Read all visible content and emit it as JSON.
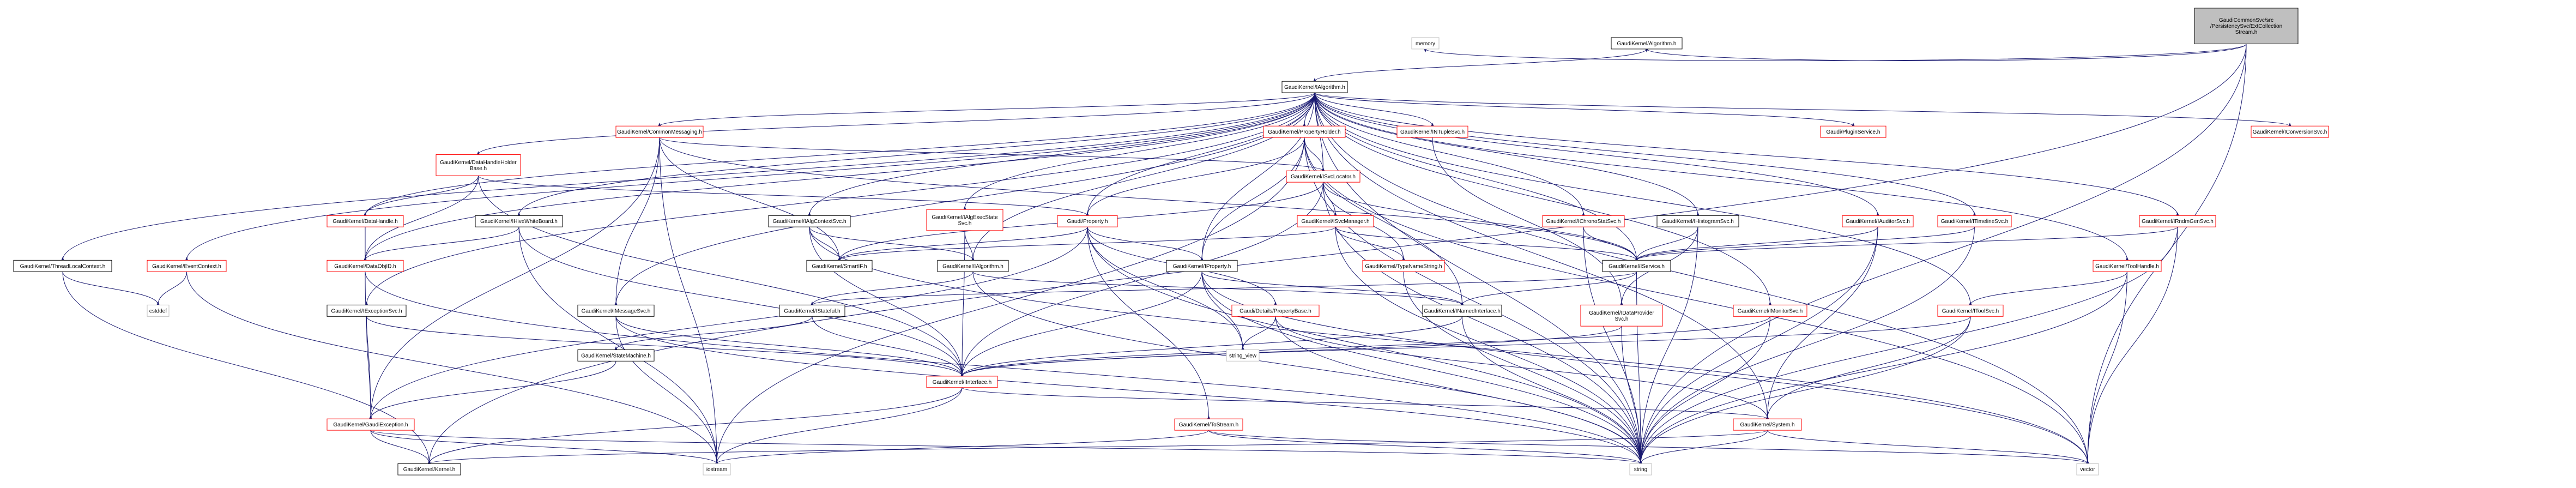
{
  "graph": {
    "nodes": [
      {
        "id": "root",
        "lines": [
          "GaudiCommonSvc/src",
          "/PersistencySvc/ExtCollection",
          "Stream.h"
        ],
        "style": "root"
      },
      {
        "id": "memory",
        "lines": [
          "memory"
        ],
        "style": "plain"
      },
      {
        "id": "galgh",
        "lines": [
          "GaudiKernel/Algorithm.h"
        ],
        "style": "normal"
      },
      {
        "id": "ialg",
        "lines": [
          "GaudiKernel/IAlgorithm.h"
        ],
        "style": "normal"
      },
      {
        "id": "commsg",
        "lines": [
          "GaudiKernel/CommonMessaging.h"
        ],
        "style": "red"
      },
      {
        "id": "propholder",
        "lines": [
          "GaudiKernel/PropertyHolder.h"
        ],
        "style": "red"
      },
      {
        "id": "intuple",
        "lines": [
          "GaudiKernel/INTupleSvc.h"
        ],
        "style": "red"
      },
      {
        "id": "iplugin",
        "lines": [
          "Gaudi/PluginService.h"
        ],
        "style": "red"
      },
      {
        "id": "iconvsvc",
        "lines": [
          "GaudiKernel/IConversionSvc.h"
        ],
        "style": "red"
      },
      {
        "id": "dhholder",
        "lines": [
          "GaudiKernel/DataHandleHolder",
          "Base.h"
        ],
        "style": "red"
      },
      {
        "id": "isvcloc",
        "lines": [
          "GaudiKernel/ISvcLocator.h"
        ],
        "style": "red"
      },
      {
        "id": "ichrono",
        "lines": [
          "GaudiKernel/IChronoStatSvc.h"
        ],
        "style": "red"
      },
      {
        "id": "ihisto",
        "lines": [
          "GaudiKernel/IHistogramSvc.h"
        ],
        "style": "normal"
      },
      {
        "id": "iauditor",
        "lines": [
          "GaudiKernel/IAuditorSvc.h"
        ],
        "style": "red"
      },
      {
        "id": "itimeline",
        "lines": [
          "GaudiKernel/ITimelineSvc.h"
        ],
        "style": "red"
      },
      {
        "id": "imodmgr",
        "lines": [
          "GaudiKernel/IRndmGenSvc.h"
        ],
        "style": "red"
      },
      {
        "id": "datahandle",
        "lines": [
          "GaudiKernel/DataHandle.h"
        ],
        "style": "red"
      },
      {
        "id": "iwhiteboard",
        "lines": [
          "GaudiKernel/IHiveWhiteBoard.h"
        ],
        "style": "normal"
      },
      {
        "id": "ialgctx",
        "lines": [
          "GaudiKernel/IAlgContextSvc.h"
        ],
        "style": "normal"
      },
      {
        "id": "ialgexec",
        "lines": [
          "GaudiKernel/IAlgExecState",
          "Svc.h"
        ],
        "style": "red"
      },
      {
        "id": "gproperty",
        "lines": [
          "Gaudi/Property.h"
        ],
        "style": "red"
      },
      {
        "id": "isvcmgr",
        "lines": [
          "GaudiKernel/ISvcManager.h"
        ],
        "style": "red"
      },
      {
        "id": "threadlocal",
        "lines": [
          "GaudiKernel/ThreadLocalContext.h"
        ],
        "style": "normal"
      },
      {
        "id": "eventctx",
        "lines": [
          "GaudiKernel/EventContext.h"
        ],
        "style": "red"
      },
      {
        "id": "dataobjid",
        "lines": [
          "GaudiKernel/DataObjID.h"
        ],
        "style": "red"
      },
      {
        "id": "smartif",
        "lines": [
          "GaudiKernel/SmartIF.h"
        ],
        "style": "normal"
      },
      {
        "id": "ialgorithm2",
        "lines": [
          "GaudiKernel/IAlgorithm.h"
        ],
        "style": "normal"
      },
      {
        "id": "iproperty",
        "lines": [
          "GaudiKernel/IProperty.h"
        ],
        "style": "normal"
      },
      {
        "id": "typenamestr",
        "lines": [
          "GaudiKernel/TypeNameString.h"
        ],
        "style": "red"
      },
      {
        "id": "iservice",
        "lines": [
          "GaudiKernel/IService.h"
        ],
        "style": "normal"
      },
      {
        "id": "itoolsvc",
        "lines": [
          "GaudiKernel/ToolHandle.h"
        ],
        "style": "red"
      },
      {
        "id": "cstddef",
        "lines": [
          "cstddef"
        ],
        "style": "plain"
      },
      {
        "id": "iexcsvc",
        "lines": [
          "GaudiKernel/IExceptionSvc.h"
        ],
        "style": "normal"
      },
      {
        "id": "imsgsvc",
        "lines": [
          "GaudiKernel/IMessageSvc.h"
        ],
        "style": "normal"
      },
      {
        "id": "istateful",
        "lines": [
          "GaudiKernel/IStateful.h"
        ],
        "style": "normal"
      },
      {
        "id": "detailsprop",
        "lines": [
          "Gaudi/Details/PropertyBase.h"
        ],
        "style": "red"
      },
      {
        "id": "inamed",
        "lines": [
          "GaudiKernel/INamedInterface.h"
        ],
        "style": "normal"
      },
      {
        "id": "idataprov",
        "lines": [
          "GaudiKernel/IDataProvider",
          "Svc.h"
        ],
        "style": "red"
      },
      {
        "id": "imonitor",
        "lines": [
          "GaudiKernel/IMonitorSvc.h"
        ],
        "style": "red"
      },
      {
        "id": "itoolsvc2",
        "lines": [
          "GaudiKernel/IToolSvc.h"
        ],
        "style": "red"
      },
      {
        "id": "statemachine",
        "lines": [
          "GaudiKernel/StateMachine.h"
        ],
        "style": "normal"
      },
      {
        "id": "string_view",
        "lines": [
          "string_view"
        ],
        "style": "plain"
      },
      {
        "id": "iinterface",
        "lines": [
          "GaudiKernel/IInterface.h"
        ],
        "style": "red"
      },
      {
        "id": "gexception",
        "lines": [
          "GaudiKernel/GaudiException.h"
        ],
        "style": "red"
      },
      {
        "id": "tostream",
        "lines": [
          "GaudiKernel/ToStream.h"
        ],
        "style": "red"
      },
      {
        "id": "gsystem",
        "lines": [
          "GaudiKernel/System.h"
        ],
        "style": "red"
      },
      {
        "id": "kernel",
        "lines": [
          "GaudiKernel/Kernel.h"
        ],
        "style": "normal"
      },
      {
        "id": "iostream",
        "lines": [
          "iostream"
        ],
        "style": "plain"
      },
      {
        "id": "string",
        "lines": [
          "string"
        ],
        "style": "plain"
      },
      {
        "id": "vector",
        "lines": [
          "vector"
        ],
        "style": "plain"
      }
    ],
    "edges": [
      [
        "root",
        "memory"
      ],
      [
        "root",
        "galgh"
      ],
      [
        "root",
        "string"
      ],
      [
        "root",
        "vector"
      ],
      [
        "root",
        "kernel"
      ],
      [
        "galgh",
        "ialg"
      ],
      [
        "ialg",
        "commsg"
      ],
      [
        "ialg",
        "propholder"
      ],
      [
        "ialg",
        "intuple"
      ],
      [
        "ialg",
        "iplugin"
      ],
      [
        "ialg",
        "iconvsvc"
      ],
      [
        "ialg",
        "dhholder"
      ],
      [
        "ialg",
        "isvcloc"
      ],
      [
        "ialg",
        "ichrono"
      ],
      [
        "ialg",
        "ihisto"
      ],
      [
        "ialg",
        "iauditor"
      ],
      [
        "ialg",
        "itimeline"
      ],
      [
        "ialg",
        "imodmgr"
      ],
      [
        "ialg",
        "datahandle"
      ],
      [
        "ialg",
        "iwhiteboard"
      ],
      [
        "ialg",
        "ialgctx"
      ],
      [
        "ialg",
        "ialgexec"
      ],
      [
        "ialg",
        "gproperty"
      ],
      [
        "ialg",
        "threadlocal"
      ],
      [
        "ialg",
        "eventctx"
      ],
      [
        "ialg",
        "dataobjid"
      ],
      [
        "ialg",
        "iproperty"
      ],
      [
        "ialg",
        "iservice"
      ],
      [
        "ialg",
        "itoolsvc"
      ],
      [
        "ialg",
        "iexcsvc"
      ],
      [
        "ialg",
        "imsgsvc"
      ],
      [
        "ialg",
        "ialgorithm2"
      ],
      [
        "ialg",
        "itoolsvc2"
      ],
      [
        "ialg",
        "imonitor"
      ],
      [
        "ialg",
        "gsystem"
      ],
      [
        "ialg",
        "string"
      ],
      [
        "ialg",
        "vector"
      ],
      [
        "commsg",
        "isvcloc"
      ],
      [
        "commsg",
        "imsgsvc"
      ],
      [
        "commsg",
        "smartif"
      ],
      [
        "commsg",
        "gexception"
      ],
      [
        "commsg",
        "iservice"
      ],
      [
        "commsg",
        "iostream"
      ],
      [
        "propholder",
        "isvcloc"
      ],
      [
        "propholder",
        "gproperty"
      ],
      [
        "propholder",
        "iproperty"
      ],
      [
        "propholder",
        "inamed"
      ],
      [
        "propholder",
        "string"
      ],
      [
        "propholder",
        "vector"
      ],
      [
        "propholder",
        "iostream"
      ],
      [
        "intuple",
        "idataprov"
      ],
      [
        "dhholder",
        "datahandle"
      ],
      [
        "dhholder",
        "dataobjid"
      ],
      [
        "dhholder",
        "gproperty"
      ],
      [
        "dhholder",
        "iinterface"
      ],
      [
        "isvcloc",
        "isvcmgr"
      ],
      [
        "isvcloc",
        "smartif"
      ],
      [
        "isvcloc",
        "iinterface"
      ],
      [
        "isvcloc",
        "iservice"
      ],
      [
        "isvcloc",
        "typenamestr"
      ],
      [
        "isvcloc",
        "string"
      ],
      [
        "isvcmgr",
        "typenamestr"
      ],
      [
        "isvcmgr",
        "iservice"
      ],
      [
        "isvcmgr",
        "smartif"
      ],
      [
        "isvcmgr",
        "string"
      ],
      [
        "ichrono",
        "iservice"
      ],
      [
        "ichrono",
        "string"
      ],
      [
        "ihisto",
        "iservice"
      ],
      [
        "ihisto",
        "idataprov"
      ],
      [
        "ihisto",
        "string"
      ],
      [
        "iauditor",
        "iservice"
      ],
      [
        "iauditor",
        "gsystem"
      ],
      [
        "iauditor",
        "string"
      ],
      [
        "itimeline",
        "iservice"
      ],
      [
        "itimeline",
        "string"
      ],
      [
        "imodmgr",
        "iservice"
      ],
      [
        "imodmgr",
        "string"
      ],
      [
        "imodmgr",
        "vector"
      ],
      [
        "datahandle",
        "dataobjid"
      ],
      [
        "iwhiteboard",
        "dataobjid"
      ],
      [
        "iwhiteboard",
        "iinterface"
      ],
      [
        "iwhiteboard",
        "iostream"
      ],
      [
        "ialgctx",
        "smartif"
      ],
      [
        "ialgctx",
        "iinterface"
      ],
      [
        "ialgctx",
        "ialgorithm2"
      ],
      [
        "ialgctx",
        "vector"
      ],
      [
        "ialgexec",
        "ialgorithm2"
      ],
      [
        "ialgexec",
        "iinterface"
      ],
      [
        "gproperty",
        "iproperty"
      ],
      [
        "gproperty",
        "detailsprop"
      ],
      [
        "gproperty",
        "tostream"
      ],
      [
        "gproperty",
        "smartif"
      ],
      [
        "gproperty",
        "string"
      ],
      [
        "gproperty",
        "string_view"
      ],
      [
        "gproperty",
        "gexception"
      ],
      [
        "threadlocal",
        "cstddef"
      ],
      [
        "threadlocal",
        "kernel"
      ],
      [
        "eventctx",
        "cstddef"
      ],
      [
        "eventctx",
        "iostream"
      ],
      [
        "dataobjid",
        "gexception"
      ],
      [
        "dataobjid",
        "string"
      ],
      [
        "ialgorithm2",
        "inamed"
      ],
      [
        "ialgorithm2",
        "istateful"
      ],
      [
        "ialgorithm2",
        "string"
      ],
      [
        "iproperty",
        "inamed"
      ],
      [
        "iproperty",
        "iinterface"
      ],
      [
        "iproperty",
        "string"
      ],
      [
        "iproperty",
        "string_view"
      ],
      [
        "iproperty",
        "vector"
      ],
      [
        "typenamestr",
        "string"
      ],
      [
        "iservice",
        "inamed"
      ],
      [
        "iservice",
        "istateful"
      ],
      [
        "iservice",
        "string"
      ],
      [
        "itoolsvc",
        "itoolsvc2"
      ],
      [
        "itoolsvc",
        "string"
      ],
      [
        "itoolsvc",
        "vector"
      ],
      [
        "iexcsvc",
        "gexception"
      ],
      [
        "iexcsvc",
        "iinterface"
      ],
      [
        "imsgsvc",
        "iinterface"
      ],
      [
        "imsgsvc",
        "string"
      ],
      [
        "imsgsvc",
        "iostream"
      ],
      [
        "istateful",
        "statemachine"
      ],
      [
        "istateful",
        "iinterface"
      ],
      [
        "detailsprop",
        "gsystem"
      ],
      [
        "detailsprop",
        "string"
      ],
      [
        "detailsprop",
        "string_view"
      ],
      [
        "inamed",
        "iinterface"
      ],
      [
        "inamed",
        "string"
      ],
      [
        "idataprov",
        "iinterface"
      ],
      [
        "idataprov",
        "string"
      ],
      [
        "imonitor",
        "iinterface"
      ],
      [
        "imonitor",
        "string"
      ],
      [
        "itoolsvc2",
        "iinterface"
      ],
      [
        "itoolsvc2",
        "gsystem"
      ],
      [
        "itoolsvc2",
        "string"
      ],
      [
        "statemachine",
        "gexception"
      ],
      [
        "iinterface",
        "gsystem"
      ],
      [
        "iinterface",
        "kernel"
      ],
      [
        "iinterface",
        "iostream"
      ],
      [
        "gexception",
        "kernel"
      ],
      [
        "gexception",
        "iostream"
      ],
      [
        "gexception",
        "string"
      ],
      [
        "tostream",
        "iostream"
      ],
      [
        "tostream",
        "string"
      ],
      [
        "tostream",
        "vector"
      ],
      [
        "gsystem",
        "kernel"
      ],
      [
        "gsystem",
        "string"
      ],
      [
        "gsystem",
        "vector"
      ]
    ]
  }
}
